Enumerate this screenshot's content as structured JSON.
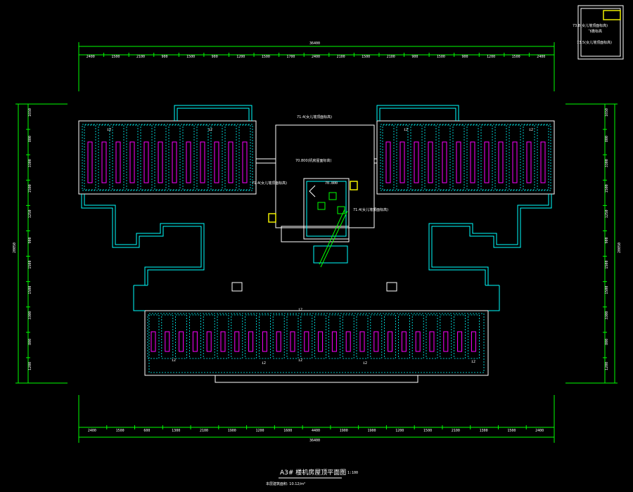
{
  "title": "A3# 楼机房屋顶平面图",
  "scale": "1:100",
  "note": "本层建筑面积: 10.12/m²",
  "colors": {
    "background": "#000000",
    "dimension": "#00ff00",
    "roof": "#ffffff",
    "wall": "#00ffff",
    "panel": "#ff00ff",
    "marker": "#ffff00"
  },
  "dims": {
    "overall_top": "36400",
    "overall_bottom": "36400",
    "overall_left": "20050",
    "overall_right": "20050",
    "top_segments": [
      "2400",
      "1500",
      "2100",
      "900",
      "1500",
      "900",
      "1200",
      "1500",
      "1700",
      "2400",
      "2100",
      "1500",
      "2100",
      "900",
      "1500",
      "900",
      "1200",
      "1500",
      "2400"
    ],
    "bottom_segments": [
      "2400",
      "1500",
      "600",
      "1300",
      "2100",
      "1900",
      "1200",
      "1600",
      "4400",
      "1900",
      "1900",
      "1200",
      "1500",
      "2100",
      "1300",
      "1500",
      "2400"
    ],
    "left_segments": [
      "1650",
      "800",
      "3300",
      "1500",
      "1250",
      "900",
      "1500",
      "1500",
      "3300",
      "800",
      "1200"
    ],
    "right_segments": [
      "1650",
      "800",
      "3300",
      "1500",
      "1250",
      "900",
      "1500",
      "1500",
      "3300",
      "800",
      "1200"
    ]
  },
  "elevations": {
    "roof_top": "71.4",
    "machine_room": "70.800",
    "stair_roof": "70.800",
    "legend_1": "73.8",
    "legend_2": "73.5"
  },
  "annotations": {
    "stair_top": "71.4(女儿墙顶面标高)",
    "machine_room_note": "70.800(机房屋面标高)",
    "stair_left": "71.4(女儿墙顶面标高)",
    "stair_right": "71.4(女儿墙顶面标高)",
    "legend_line1": "73.8(女儿墙顶面标高)",
    "legend_line2": "73.5(女儿墙顶面标高)",
    "legend_small": "飞檐标高",
    "slope_mark": "i2"
  }
}
